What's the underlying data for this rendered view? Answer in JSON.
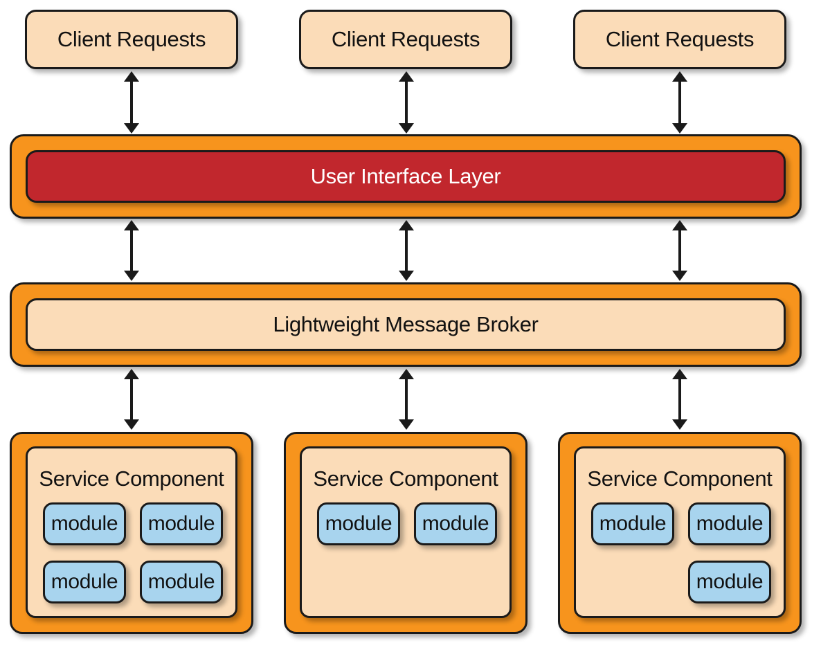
{
  "colors": {
    "orange": "#f7941d",
    "light_fill": "#fbdcb8",
    "red": "#c1272d",
    "module_blue": "#a8d4ee",
    "outline": "#1a1a1a"
  },
  "clients": [
    "Client Requests",
    "Client Requests",
    "Client Requests"
  ],
  "ui_layer": {
    "label": "User Interface Layer"
  },
  "broker_layer": {
    "label": "Lightweight Message Broker"
  },
  "services": [
    {
      "title": "Service Component",
      "modules": [
        "module",
        "module",
        "module",
        "module"
      ]
    },
    {
      "title": "Service Component",
      "modules": [
        "module",
        "module"
      ]
    },
    {
      "title": "Service Component",
      "modules": [
        "module",
        "module",
        "module"
      ]
    }
  ],
  "arrows": {
    "type": "bidirectional",
    "count": 9
  }
}
